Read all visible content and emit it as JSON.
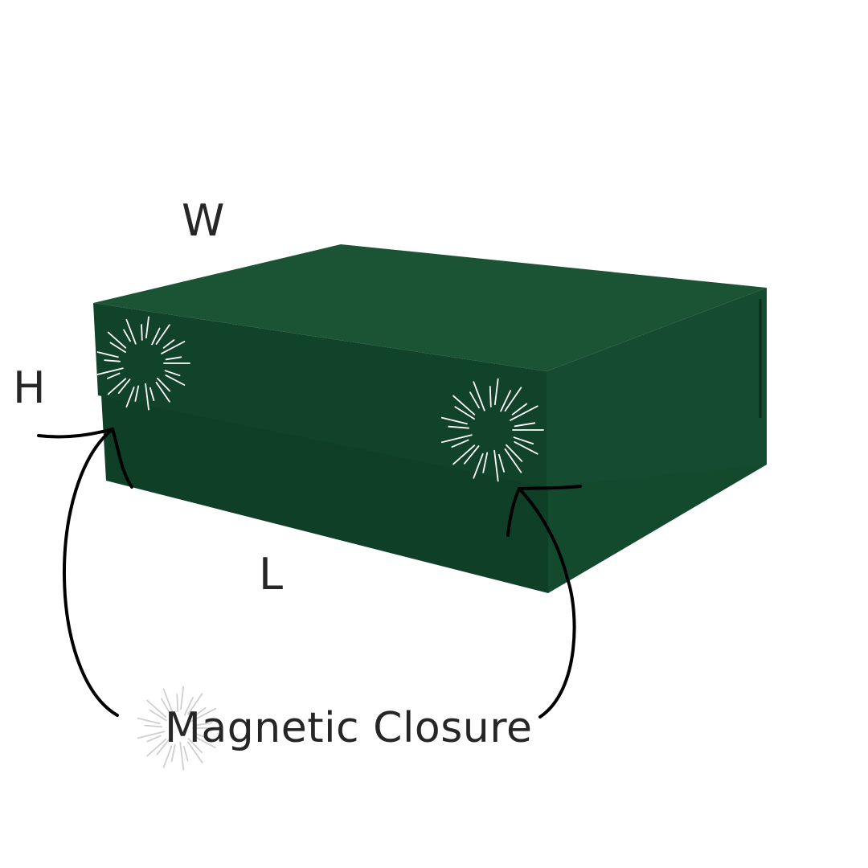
{
  "labels": {
    "width": "W",
    "height": "H",
    "length": "L",
    "caption": "Magnetic Closure"
  },
  "colors": {
    "box_top": "#1b5434",
    "box_lid_front": "#11432a",
    "box_lid_side": "#154b30",
    "box_base_front": "#0f4027",
    "box_base_side": "#134a2e",
    "burst": "#ffffff",
    "arrow": "#000000",
    "text": "#262626"
  },
  "icons": {
    "magnet_marker": "sparkle-burst-icon",
    "pointer": "curved-arrow-icon"
  }
}
